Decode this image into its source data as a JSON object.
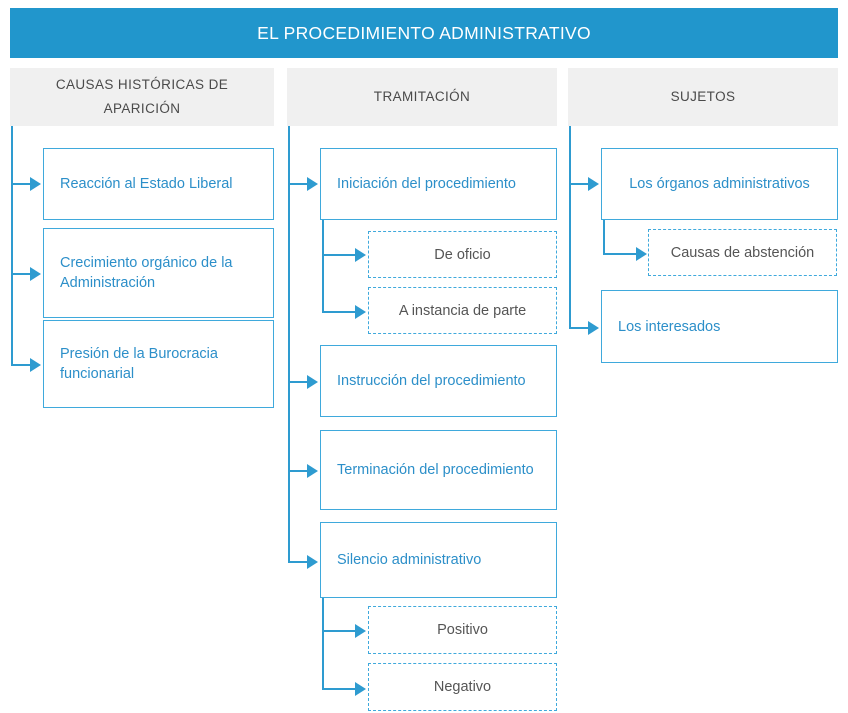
{
  "title": "EL PROCEDIMIENTO ADMINISTRATIVO",
  "colors": {
    "header_bar": "#2196CC",
    "column_band": "#F0F0F0",
    "connector": "#2E9BD0",
    "solid_border": "#3FA9DC",
    "solid_text": "#2C8FC9",
    "dashed_text": "#555555",
    "column_header_text": "#4A4A4A"
  },
  "columns": [
    {
      "id": "causas-historicas",
      "header": "CAUSAS HISTÓRICAS DE APARICIÓN",
      "nodes": [
        {
          "id": "reaccion-estado-liberal",
          "label": "Reacción al Estado Liberal",
          "style": "solid"
        },
        {
          "id": "crecimiento-organico",
          "label": "Crecimiento orgánico de la Administración",
          "style": "solid"
        },
        {
          "id": "presion-burocracia",
          "label": "Presión de la Burocracia funcionarial",
          "style": "solid"
        }
      ]
    },
    {
      "id": "tramitacion",
      "header": "TRAMITACIÓN",
      "nodes": [
        {
          "id": "iniciacion-procedimiento",
          "label": "Iniciación del procedimiento",
          "style": "solid"
        },
        {
          "id": "de-oficio",
          "label": "De oficio",
          "style": "dashed"
        },
        {
          "id": "a-instancia-de-parte",
          "label": "A instancia de parte",
          "style": "dashed"
        },
        {
          "id": "instruccion-procedimiento",
          "label": "Instrucción del procedimiento",
          "style": "solid"
        },
        {
          "id": "terminacion-procedimiento",
          "label": "Terminación del procedimiento",
          "style": "solid"
        },
        {
          "id": "silencio-administrativo",
          "label": "Silencio administrativo",
          "style": "solid"
        },
        {
          "id": "positivo",
          "label": "Positivo",
          "style": "dashed"
        },
        {
          "id": "negativo",
          "label": "Negativo",
          "style": "dashed"
        }
      ]
    },
    {
      "id": "sujetos",
      "header": "SUJETOS",
      "nodes": [
        {
          "id": "organos-administrativos",
          "label": "Los órganos administrativos",
          "style": "solid"
        },
        {
          "id": "causas-abstencion",
          "label": "Causas de abstención",
          "style": "dashed"
        },
        {
          "id": "interesados",
          "label": "Los interesados",
          "style": "solid"
        }
      ]
    }
  ]
}
